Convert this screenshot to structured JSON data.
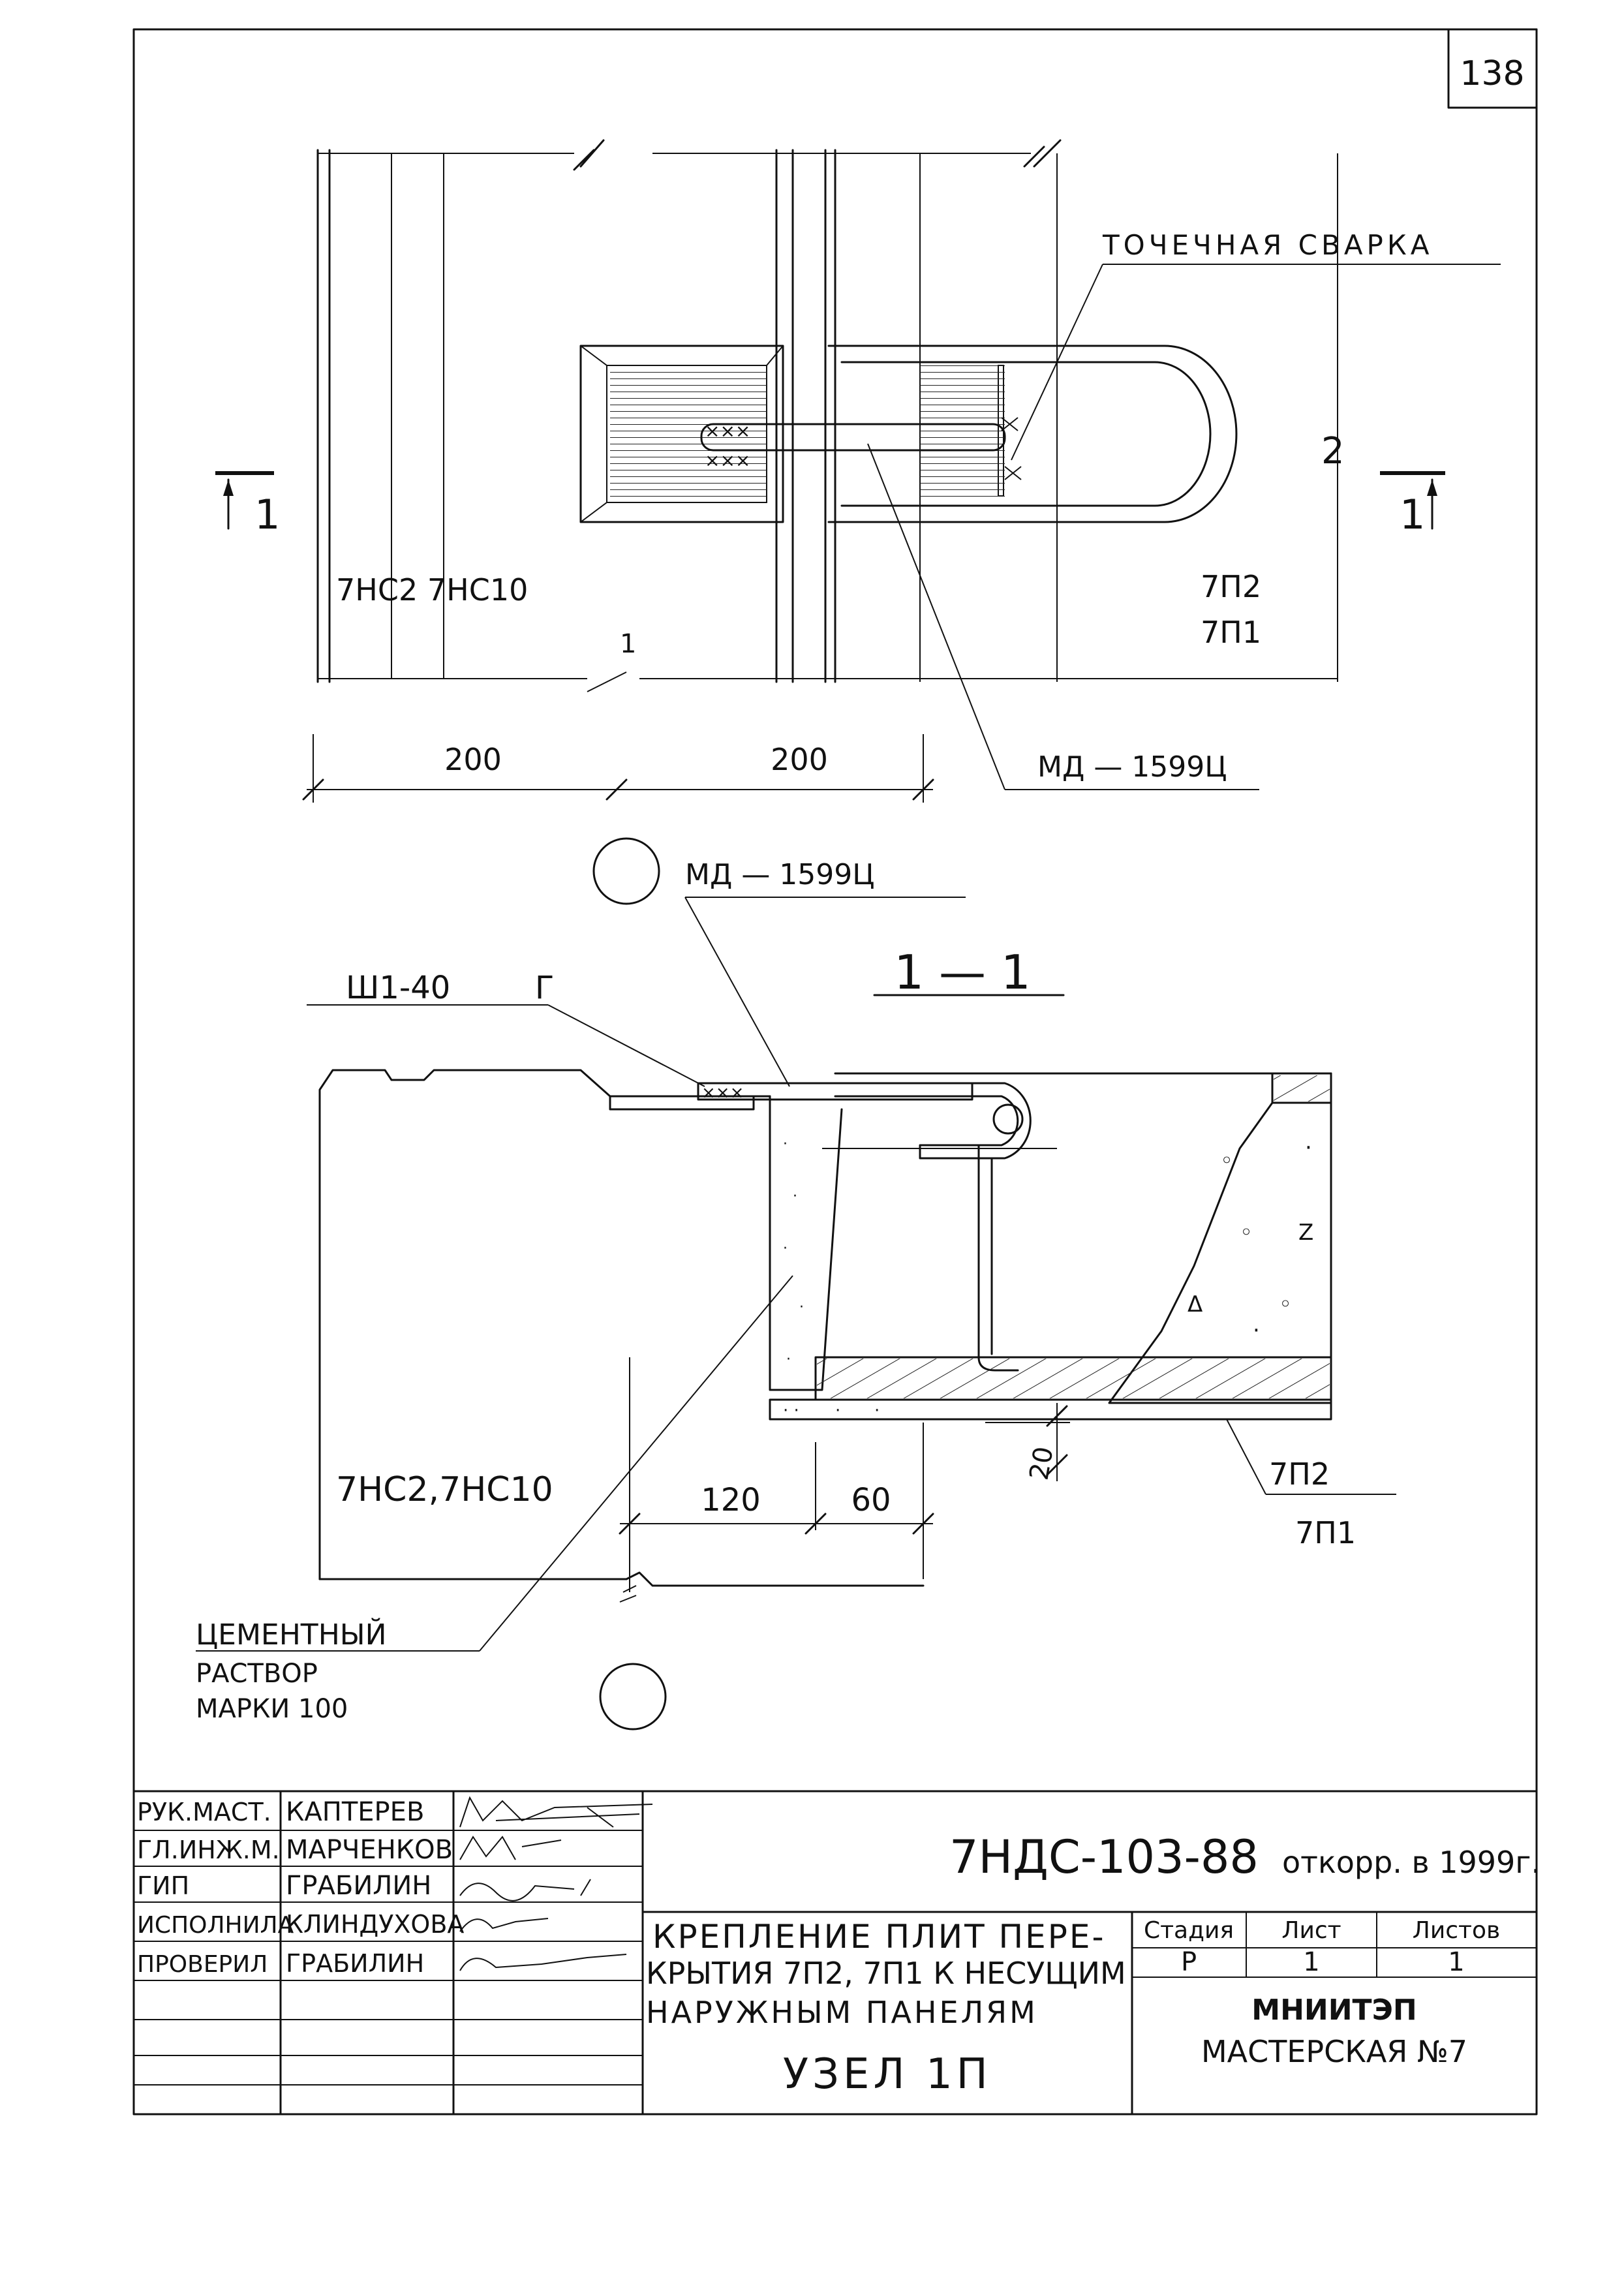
{
  "sheet_number": "138",
  "plan": {
    "label_welding": "ТОЧЕЧНАЯ СВАРКА",
    "label_wall": "7НС2 7НС10",
    "label_slab_1": "7П2",
    "label_slab_2": "7П1",
    "section_mark_left": "1",
    "section_mark_right": "1",
    "label_part": "МД — 1599Ц",
    "dim_1": "200",
    "dim_2": "200"
  },
  "section": {
    "title": "1 — 1",
    "label_part": "МД — 1599Ц",
    "label_anchor": "Ш1-40",
    "label_anchor_suffix": "Г",
    "label_wall": "7НС2,7НС10",
    "dim_1": "120",
    "dim_2": "60",
    "dim_vertical": "20",
    "label_slab_1": "7П2",
    "label_slab_2": "7П1",
    "mortar_line_1": "ЦЕМЕНТНЫЙ",
    "mortar_line_2": "РАСТВОР",
    "mortar_line_3": "МАРКИ 100"
  },
  "title_block": {
    "roles": [
      "РУК.МАСТ.",
      "ГЛ.ИНЖ.М.",
      "ГИП",
      "ИСПОЛНИЛА",
      "ПРОВЕРИЛ"
    ],
    "names": [
      "КАПТЕРЕВ",
      "МАРЧЕНКОВ",
      "ГРАБИЛИН",
      "КЛИНДУХОВА",
      "ГРАБИЛИН"
    ],
    "document_code": "7НДС-103-88",
    "revision_note": "откорр. в 1999г.",
    "title_line_1": "КРЕПЛЕНИЕ ПЛИТ ПЕРЕ-",
    "title_line_2": "КРЫТИЯ 7П2, 7П1 К НЕСУЩИМ",
    "title_line_3": "НАРУЖНЫМ ПАНЕЛЯМ",
    "node_name": "УЗЕЛ 1П",
    "stage_header": "Стадия",
    "sheet_header": "Лист",
    "sheets_header": "Листов",
    "stage_value": "Р",
    "sheet_value": "1",
    "sheets_value": "1",
    "organization": "МНИИТЭП",
    "workshop": "МАСТЕРСКАЯ №7"
  }
}
